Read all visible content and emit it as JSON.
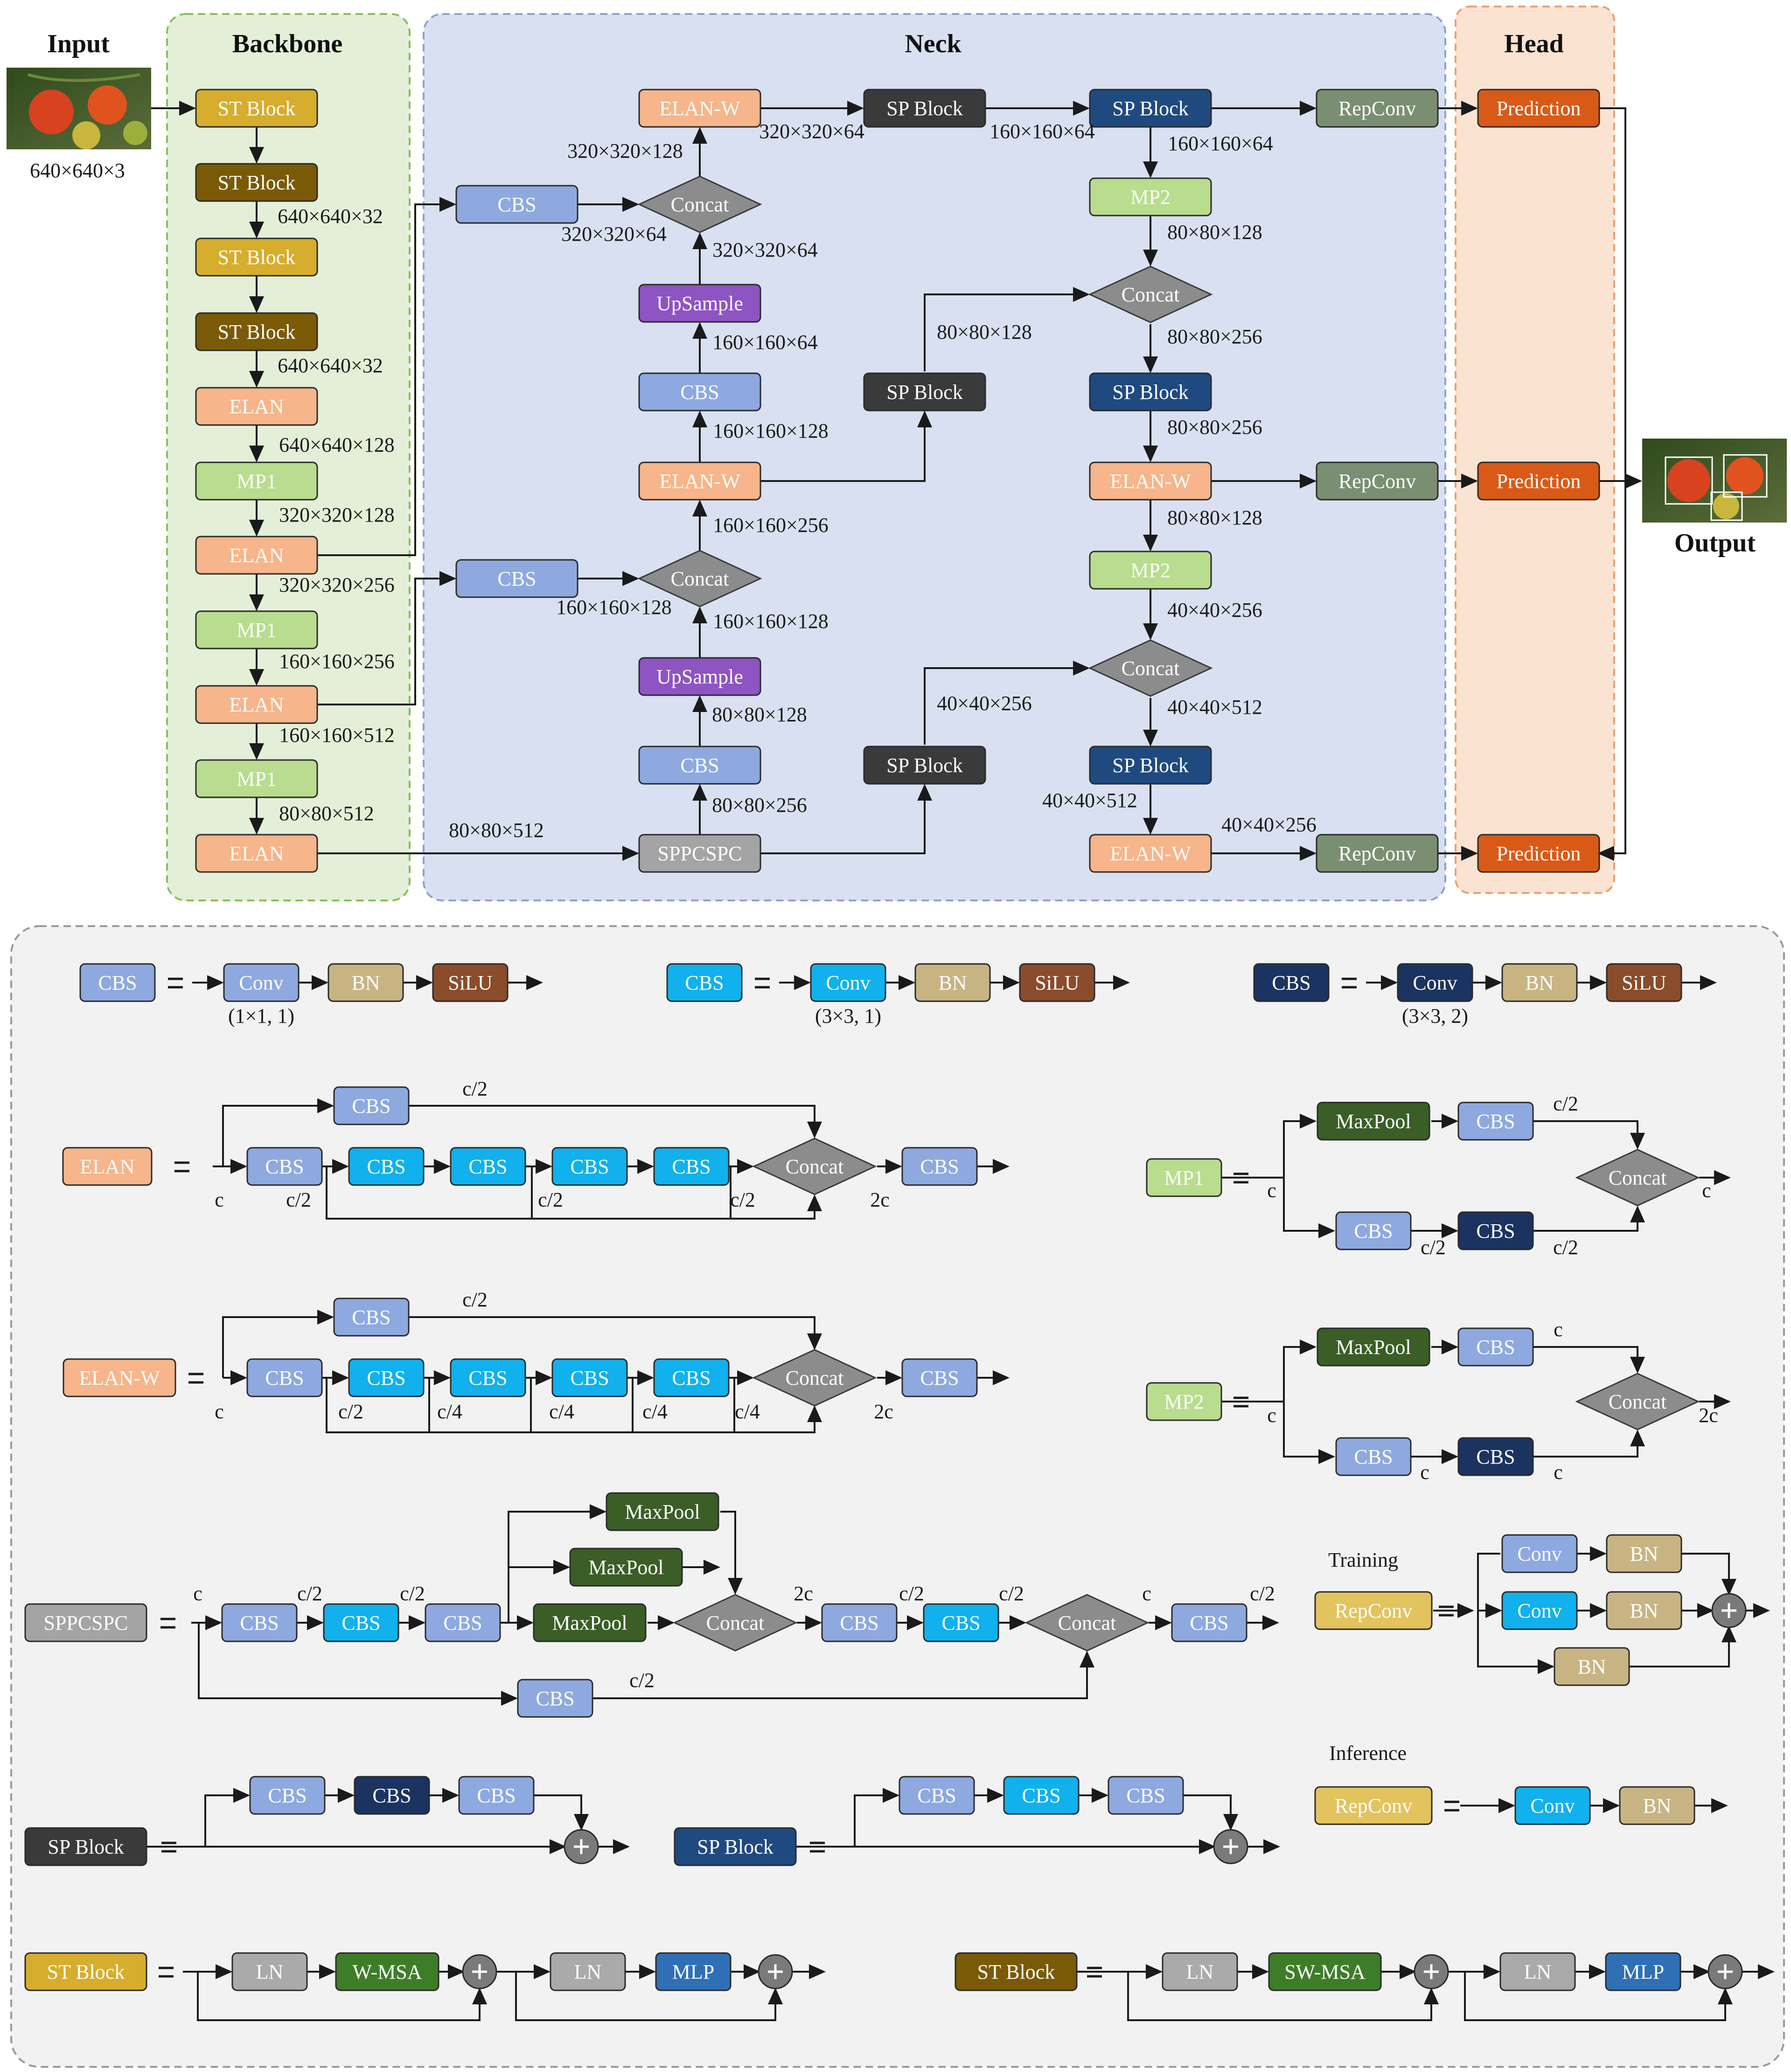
{
  "headers": {
    "input": "Input",
    "backbone": "Backbone",
    "neck": "Neck",
    "head": "Head",
    "output": "Output"
  },
  "input_size": "640×640×3",
  "images": {
    "input_icon": "tomato-input-image",
    "output_icon": "tomato-detection-output-image"
  },
  "colors": {
    "backbone_bg": "#e4efd8",
    "neck_bg": "#d9e0f1",
    "head_bg": "#fbe3d2",
    "legend_bg": "#f2f2f2",
    "st_block_light": "#d6ad2c",
    "st_block_dark": "#7a5a06",
    "elan": "#f6b58a",
    "mp": "#b8dd8e",
    "cbs_light": "#8ea9e0",
    "cbs_cyan": "#10b1ec",
    "cbs_dark": "#1b3360",
    "sp_block_dark": "#3a3a3a",
    "sp_block_blue": "#1f4a80",
    "upsample": "#8e54c2",
    "sppcspc": "#a4a4a4",
    "repconv": "#7a8f72",
    "prediction": "#d95a17",
    "concat": "#8c8c8c",
    "conv": "#10b1ec",
    "bn": "#c8b483",
    "silu": "#8a4c2a",
    "maxpool": "#3a5e26",
    "ln": "#aaaaaa",
    "w_msa": "#3e7d28",
    "mlp": "#2f6fb5",
    "repconv_legend": "#e3c35e"
  },
  "main": {
    "blocks": [
      {
        "id": "bb1",
        "text": "ST Block"
      },
      {
        "id": "bb2",
        "text": "ST Block"
      },
      {
        "id": "bb3",
        "text": "ST Block"
      },
      {
        "id": "bb4",
        "text": "ST Block"
      },
      {
        "id": "bb5",
        "text": "ELAN"
      },
      {
        "id": "bb6",
        "text": "MP1"
      },
      {
        "id": "bb7",
        "text": "ELAN"
      },
      {
        "id": "bb8",
        "text": "MP1"
      },
      {
        "id": "bb9",
        "text": "ELAN"
      },
      {
        "id": "bb10",
        "text": "MP1"
      },
      {
        "id": "bb11",
        "text": "ELAN"
      },
      {
        "id": "nk_cbs1",
        "text": "CBS"
      },
      {
        "id": "nk_cbs2",
        "text": "CBS"
      },
      {
        "id": "nk_elanw1",
        "text": "ELAN-W"
      },
      {
        "id": "nk_ups1",
        "text": "UpSample"
      },
      {
        "id": "nk_cbs3",
        "text": "CBS"
      },
      {
        "id": "nk_elanw2",
        "text": "ELAN-W"
      },
      {
        "id": "nk_ups2",
        "text": "UpSample"
      },
      {
        "id": "nk_cbs4",
        "text": "CBS"
      },
      {
        "id": "nk_spp",
        "text": "SPPCSPC"
      },
      {
        "id": "nk_sp1",
        "text": "SP Block"
      },
      {
        "id": "nk_sp2",
        "text": "SP Block"
      },
      {
        "id": "nk_sp3",
        "text": "SP Block"
      },
      {
        "id": "nk_sp4",
        "text": "SP Block"
      },
      {
        "id": "nk_mp2a",
        "text": "MP2"
      },
      {
        "id": "nk_sp5",
        "text": "SP Block"
      },
      {
        "id": "nk_elanw3",
        "text": "ELAN-W"
      },
      {
        "id": "nk_mp2b",
        "text": "MP2"
      },
      {
        "id": "nk_sp6",
        "text": "SP Block"
      },
      {
        "id": "nk_elanw4",
        "text": "ELAN-W"
      },
      {
        "id": "nk_rep1",
        "text": "RepConv"
      },
      {
        "id": "nk_rep2",
        "text": "RepConv"
      },
      {
        "id": "nk_rep3",
        "text": "RepConv"
      },
      {
        "id": "hd_pred1",
        "text": "Prediction"
      },
      {
        "id": "hd_pred2",
        "text": "Prediction"
      },
      {
        "id": "hd_pred3",
        "text": "Prediction"
      }
    ],
    "concats": [
      {
        "id": "c1",
        "text": "Concat"
      },
      {
        "id": "c2",
        "text": "Concat"
      },
      {
        "id": "c3",
        "text": "Concat"
      },
      {
        "id": "c4",
        "text": "Concat"
      }
    ],
    "labels": [
      {
        "id": "l1",
        "text": "640×640×32"
      },
      {
        "id": "l2",
        "text": "640×640×32"
      },
      {
        "id": "l3",
        "text": "640×640×128"
      },
      {
        "id": "l4",
        "text": "320×320×128"
      },
      {
        "id": "l5",
        "text": "320×320×256"
      },
      {
        "id": "l6",
        "text": "160×160×256"
      },
      {
        "id": "l7",
        "text": "160×160×512"
      },
      {
        "id": "l8",
        "text": "80×80×512"
      },
      {
        "id": "l9",
        "text": "80×80×512"
      },
      {
        "id": "l10",
        "text": "320×320×128"
      },
      {
        "id": "l11",
        "text": "320×320×64"
      },
      {
        "id": "l12",
        "text": "320×320×64"
      },
      {
        "id": "l13",
        "text": "320×320×64"
      },
      {
        "id": "l14",
        "text": "160×160×64"
      },
      {
        "id": "l15",
        "text": "160×160×128"
      },
      {
        "id": "l16",
        "text": "160×160×256"
      },
      {
        "id": "l17",
        "text": "160×160×128"
      },
      {
        "id": "l18",
        "text": "160×160×128"
      },
      {
        "id": "l19",
        "text": "80×80×128"
      },
      {
        "id": "l20",
        "text": "80×80×256"
      },
      {
        "id": "l21",
        "text": "160×160×64"
      },
      {
        "id": "l22",
        "text": "160×160×64"
      },
      {
        "id": "l23",
        "text": "80×80×128"
      },
      {
        "id": "l24",
        "text": "80×80×128"
      },
      {
        "id": "l25",
        "text": "80×80×256"
      },
      {
        "id": "l26",
        "text": "80×80×256"
      },
      {
        "id": "l27",
        "text": "80×80×128"
      },
      {
        "id": "l28",
        "text": "40×40×256"
      },
      {
        "id": "l29",
        "text": "40×40×256"
      },
      {
        "id": "l30",
        "text": "40×40×512"
      },
      {
        "id": "l31",
        "text": "40×40×512"
      },
      {
        "id": "l32",
        "text": "40×40×256"
      }
    ]
  },
  "legend": {
    "blocks": [
      {
        "id": "lg_cbs_a",
        "text": "CBS"
      },
      {
        "id": "lg_conv_a",
        "text": "Conv"
      },
      {
        "id": "lg_bn_a",
        "text": "BN"
      },
      {
        "id": "lg_silu_a",
        "text": "SiLU"
      },
      {
        "id": "lg_cbs_b",
        "text": "CBS"
      },
      {
        "id": "lg_conv_b",
        "text": "Conv"
      },
      {
        "id": "lg_bn_b",
        "text": "BN"
      },
      {
        "id": "lg_silu_b",
        "text": "SiLU"
      },
      {
        "id": "lg_cbs_c",
        "text": "CBS"
      },
      {
        "id": "lg_conv_c",
        "text": "Conv"
      },
      {
        "id": "lg_bn_c",
        "text": "BN"
      },
      {
        "id": "lg_silu_c",
        "text": "SiLU"
      },
      {
        "id": "lg_elan",
        "text": "ELAN"
      },
      {
        "id": "el_top",
        "text": "CBS"
      },
      {
        "id": "el_1",
        "text": "CBS"
      },
      {
        "id": "el_2",
        "text": "CBS"
      },
      {
        "id": "el_3",
        "text": "CBS"
      },
      {
        "id": "el_4",
        "text": "CBS"
      },
      {
        "id": "el_5",
        "text": "CBS"
      },
      {
        "id": "el_out",
        "text": "CBS"
      },
      {
        "id": "lg_elanw",
        "text": "ELAN-W"
      },
      {
        "id": "ew_top",
        "text": "CBS"
      },
      {
        "id": "ew_1",
        "text": "CBS"
      },
      {
        "id": "ew_2",
        "text": "CBS"
      },
      {
        "id": "ew_3",
        "text": "CBS"
      },
      {
        "id": "ew_4",
        "text": "CBS"
      },
      {
        "id": "ew_5",
        "text": "CBS"
      },
      {
        "id": "ew_out",
        "text": "CBS"
      },
      {
        "id": "lg_mp1",
        "text": "MP1"
      },
      {
        "id": "mp1_max",
        "text": "MaxPool"
      },
      {
        "id": "mp1_cbs_t",
        "text": "CBS"
      },
      {
        "id": "mp1_cbs_b1",
        "text": "CBS"
      },
      {
        "id": "mp1_cbs_b2",
        "text": "CBS"
      },
      {
        "id": "lg_mp2",
        "text": "MP2"
      },
      {
        "id": "mp2_max",
        "text": "MaxPool"
      },
      {
        "id": "mp2_cbs_t",
        "text": "CBS"
      },
      {
        "id": "mp2_cbs_b1",
        "text": "CBS"
      },
      {
        "id": "mp2_cbs_b2",
        "text": "CBS"
      },
      {
        "id": "lg_spp",
        "text": "SPPCSPC"
      },
      {
        "id": "spp_1",
        "text": "CBS"
      },
      {
        "id": "spp_2",
        "text": "CBS"
      },
      {
        "id": "spp_3",
        "text": "CBS"
      },
      {
        "id": "spp_mx1",
        "text": "MaxPool"
      },
      {
        "id": "spp_mx2",
        "text": "MaxPool"
      },
      {
        "id": "spp_mx3",
        "text": "MaxPool"
      },
      {
        "id": "spp_4",
        "text": "CBS"
      },
      {
        "id": "spp_5",
        "text": "CBS"
      },
      {
        "id": "spp_6",
        "text": "CBS"
      },
      {
        "id": "spp_bot",
        "text": "CBS"
      },
      {
        "id": "lg_rep_t",
        "text": "RepConv"
      },
      {
        "id": "rp_conv1",
        "text": "Conv"
      },
      {
        "id": "rp_bn1",
        "text": "BN"
      },
      {
        "id": "rp_conv2",
        "text": "Conv"
      },
      {
        "id": "rp_bn2",
        "text": "BN"
      },
      {
        "id": "rp_bn3",
        "text": "BN"
      },
      {
        "id": "lg_rep_i",
        "text": "RepConv"
      },
      {
        "id": "ri_conv",
        "text": "Conv"
      },
      {
        "id": "ri_bn",
        "text": "BN"
      },
      {
        "id": "lg_sp_a",
        "text": "SP Block"
      },
      {
        "id": "spa_1",
        "text": "CBS"
      },
      {
        "id": "spa_2",
        "text": "CBS"
      },
      {
        "id": "spa_3",
        "text": "CBS"
      },
      {
        "id": "lg_sp_b",
        "text": "SP Block"
      },
      {
        "id": "spb_1",
        "text": "CBS"
      },
      {
        "id": "spb_2",
        "text": "CBS"
      },
      {
        "id": "spb_3",
        "text": "CBS"
      },
      {
        "id": "lg_st_a",
        "text": "ST Block"
      },
      {
        "id": "sta_ln1",
        "text": "LN"
      },
      {
        "id": "sta_msa",
        "text": "W-MSA"
      },
      {
        "id": "sta_ln2",
        "text": "LN"
      },
      {
        "id": "sta_mlp",
        "text": "MLP"
      },
      {
        "id": "lg_st_b",
        "text": "ST Block"
      },
      {
        "id": "stb_ln1",
        "text": "LN"
      },
      {
        "id": "stb_msa",
        "text": "SW-MSA"
      },
      {
        "id": "stb_ln2",
        "text": "LN"
      },
      {
        "id": "stb_mlp",
        "text": "MLP"
      }
    ],
    "concats": [
      {
        "id": "lc_elan",
        "text": "Concat"
      },
      {
        "id": "lc_elanw",
        "text": "Concat"
      },
      {
        "id": "lc_mp1",
        "text": "Concat"
      },
      {
        "id": "lc_mp2",
        "text": "Concat"
      },
      {
        "id": "lc_spp1",
        "text": "Concat"
      },
      {
        "id": "lc_spp2",
        "text": "Concat"
      }
    ],
    "labels": [
      {
        "id": "t_cbs_a",
        "text": "(1×1, 1)"
      },
      {
        "id": "t_cbs_b",
        "text": "(3×3, 1)"
      },
      {
        "id": "t_cbs_c",
        "text": "(3×3, 2)"
      },
      {
        "id": "t_training",
        "text": "Training"
      },
      {
        "id": "t_inference",
        "text": "Inference"
      },
      {
        "id": "e_c2top",
        "text": "c/2"
      },
      {
        "id": "e_c",
        "text": "c"
      },
      {
        "id": "e_c2a",
        "text": "c/2"
      },
      {
        "id": "e_c2b",
        "text": "c/2"
      },
      {
        "id": "e_c2c",
        "text": "c/2"
      },
      {
        "id": "e_2c",
        "text": "2c"
      },
      {
        "id": "w_c2top",
        "text": "c/2"
      },
      {
        "id": "w_c",
        "text": "c"
      },
      {
        "id": "w_c2",
        "text": "c/2"
      },
      {
        "id": "w_c4a",
        "text": "c/4"
      },
      {
        "id": "w_c4b",
        "text": "c/4"
      },
      {
        "id": "w_c4c",
        "text": "c/4"
      },
      {
        "id": "w_c4d",
        "text": "c/4"
      },
      {
        "id": "w_2c",
        "text": "2c"
      },
      {
        "id": "m1_c",
        "text": "c"
      },
      {
        "id": "m1_c2t",
        "text": "c/2"
      },
      {
        "id": "m1_c2b1",
        "text": "c/2"
      },
      {
        "id": "m1_c2b2",
        "text": "c/2"
      },
      {
        "id": "m1_cout",
        "text": "c"
      },
      {
        "id": "m2_c",
        "text": "c"
      },
      {
        "id": "m2_ct",
        "text": "c"
      },
      {
        "id": "m2_cb1",
        "text": "c"
      },
      {
        "id": "m2_cb2",
        "text": "c"
      },
      {
        "id": "m2_2c",
        "text": "2c"
      },
      {
        "id": "s_c",
        "text": "c"
      },
      {
        "id": "s_c2a",
        "text": "c/2"
      },
      {
        "id": "s_c2b",
        "text": "c/2"
      },
      {
        "id": "s_2c",
        "text": "2c"
      },
      {
        "id": "s_c2c",
        "text": "c/2"
      },
      {
        "id": "s_c2d",
        "text": "c/2"
      },
      {
        "id": "s_c2",
        "text": "c"
      },
      {
        "id": "s_c2e",
        "text": "c/2"
      },
      {
        "id": "s_c2bot",
        "text": "c/2"
      }
    ]
  }
}
